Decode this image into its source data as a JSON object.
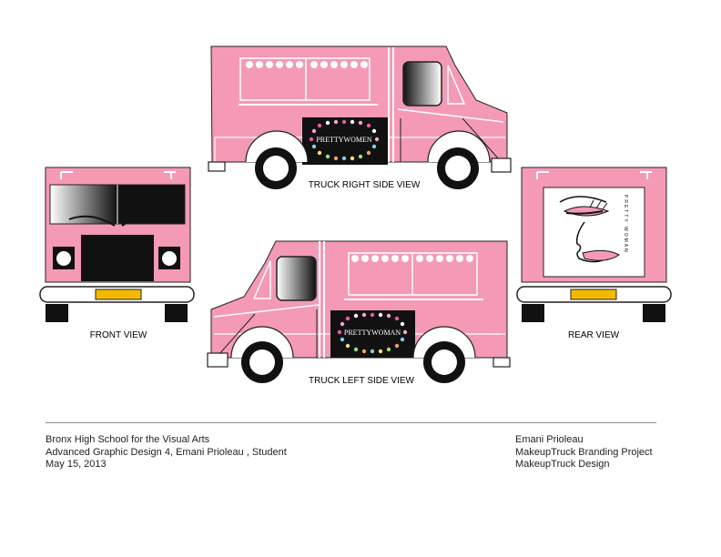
{
  "colors": {
    "body": "#f49ab5",
    "window_dark": "#1a1a1a",
    "plate": "#f5b800",
    "text": "#222222"
  },
  "views": {
    "right_side": "TRUCK RIGHT SIDE VIEW",
    "left_side": "TRUCK LEFT SIDE VIEW",
    "front": "FRONT VIEW",
    "rear": "REAR VIEW"
  },
  "logos": {
    "right_side": "PRETTYWOMEN",
    "left_side": "PRETTYWOMAN",
    "rear_vertical": "PRETTY WOMAN"
  },
  "footer": {
    "left": [
      "Bronx High School for the Visual Arts",
      "Advanced Graphic Design 4, Emani Prioleau , Student",
      "May 15, 2013"
    ],
    "right": [
      "Emani Prioleau",
      "MakeupTruck Branding Project",
      "MakeupTruck Design"
    ]
  }
}
